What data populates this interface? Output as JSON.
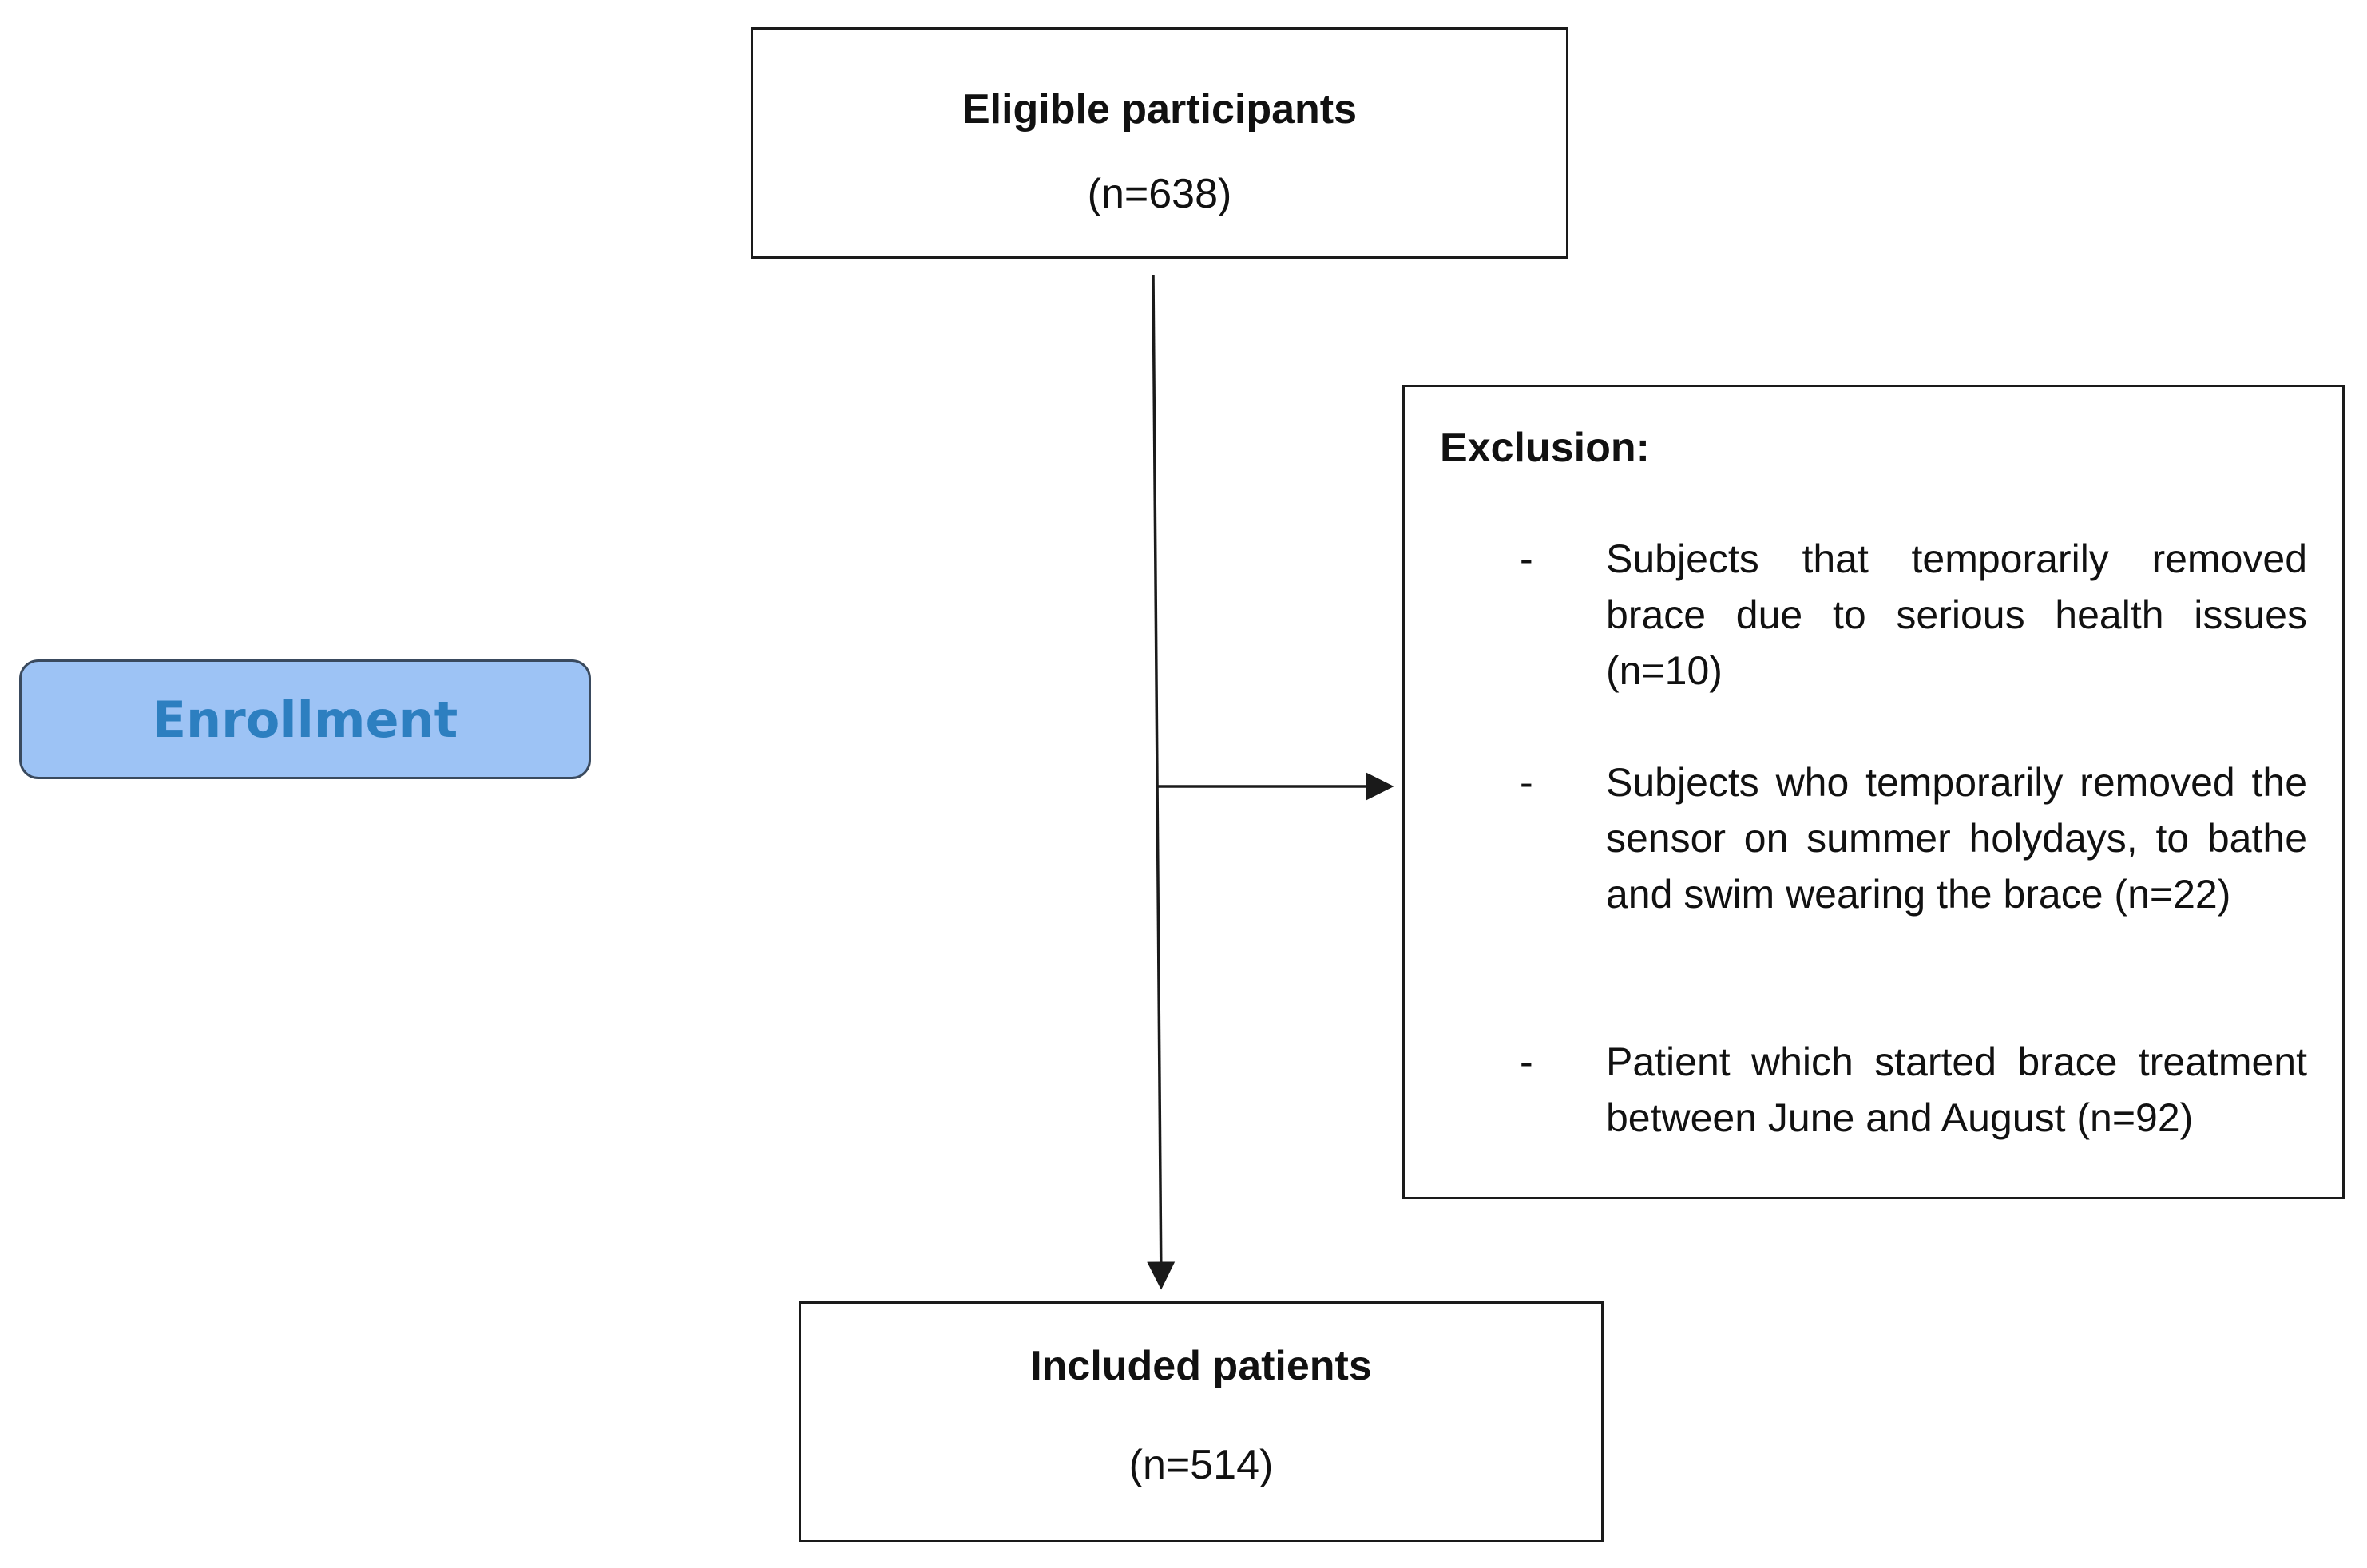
{
  "eligible": {
    "title": "Eligible participants",
    "count": "(n=638)"
  },
  "exclusion": {
    "heading": "Exclusion:",
    "items": [
      {
        "dash": "-",
        "text": "Subjects that temporarily removed brace due to serious health issues (n=10)"
      },
      {
        "dash": "-",
        "text": "Subjects who temporarily removed the sensor on summer holydays, to bathe and swim wearing the brace (n=22)"
      },
      {
        "dash": "-",
        "text": "Patient which started brace treatment between June and August (n=92)"
      }
    ]
  },
  "included": {
    "title": "Included patients",
    "count": "(n=514)"
  },
  "stage": {
    "label": "Enrollment"
  },
  "colors": {
    "stage_fill": "#9dc3f5",
    "stage_text": "#2d7fc0",
    "line": "#1a1a1a"
  }
}
